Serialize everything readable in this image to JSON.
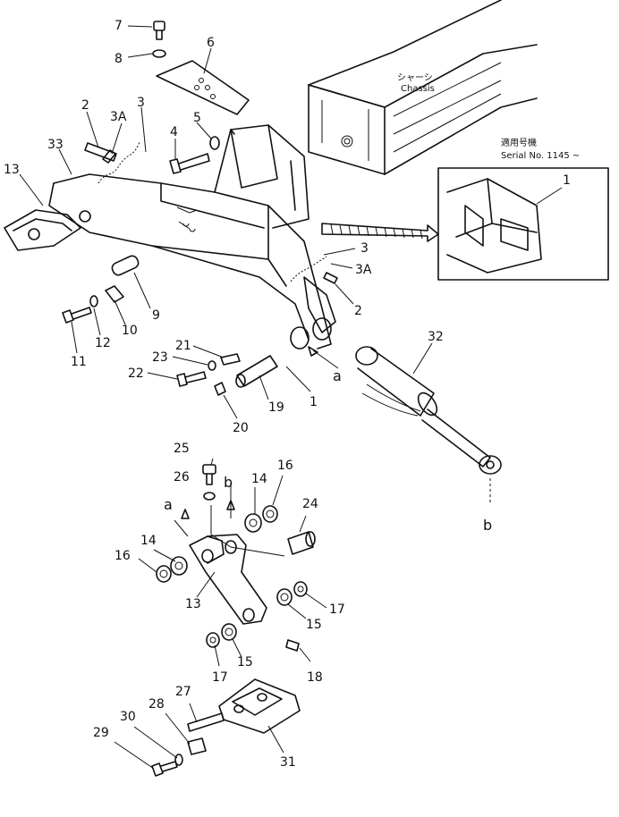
{
  "diagram": {
    "labels": {
      "n7": "7",
      "n8": "8",
      "n6": "6",
      "n2a": "2",
      "n3a": "3",
      "n3Aa": "3A",
      "n5": "5",
      "n4": "4",
      "n33": "33",
      "n13a": "13",
      "n3b": "3",
      "n3Ab": "3A",
      "n2b": "2",
      "n9": "9",
      "n10": "10",
      "n12": "12",
      "n11": "11",
      "n21": "21",
      "n23": "23",
      "n22": "22",
      "n19": "19",
      "n20": "20",
      "n1a": "1",
      "n32": "32",
      "la": "a",
      "n25": "25",
      "n26": "26",
      "lb1": "b",
      "n14a": "14",
      "n16a": "16",
      "n24": "24",
      "la2": "a",
      "n14b": "14",
      "n16b": "16",
      "n13b": "13",
      "n15a": "15",
      "n17a": "17",
      "n17b": "17",
      "n15b": "15",
      "n18": "18",
      "n27": "27",
      "n28": "28",
      "n30": "30",
      "n29": "29",
      "n31": "31",
      "lb2": "b",
      "n1b": "1"
    },
    "chassis_jp": "シャーシ",
    "chassis_en": "Chassis",
    "serial_jp": "適用号機",
    "serial_en": "Serial No. 1145 ~"
  }
}
